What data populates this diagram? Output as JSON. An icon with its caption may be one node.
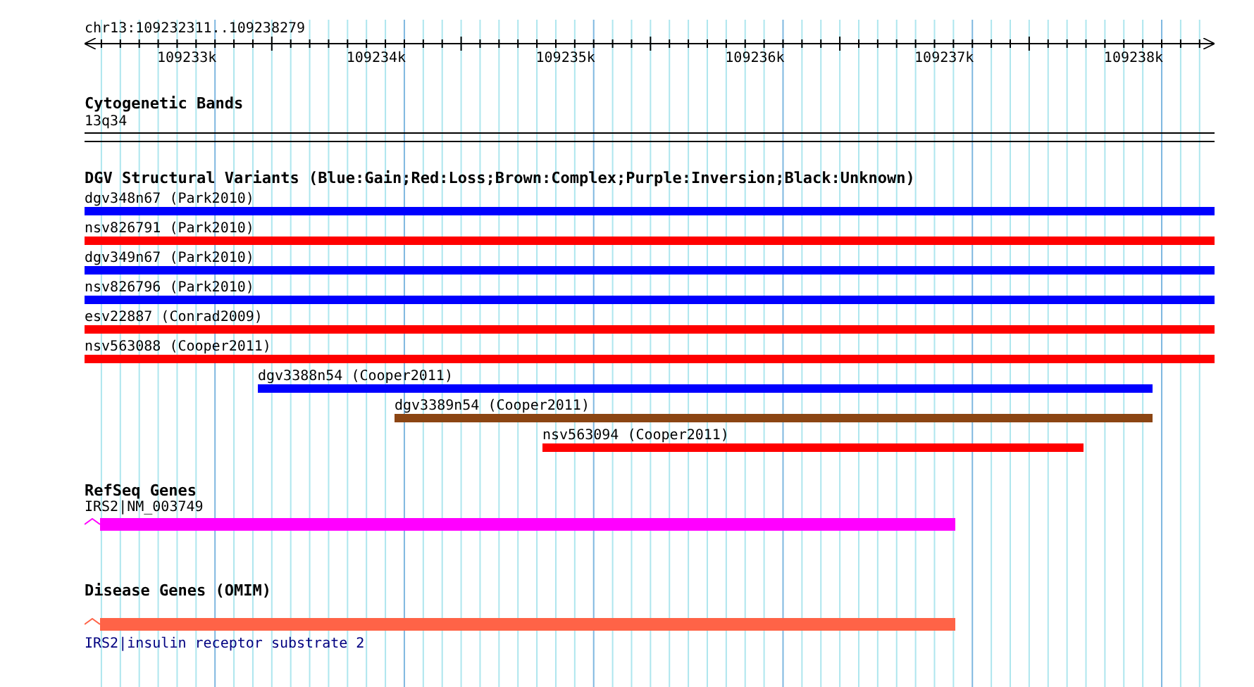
{
  "diagram": {
    "title": "chr13:109232311..109238279",
    "nodes": [
      {
        "text": [
          "dgv348n67 (Park2010)"
        ]
      },
      {
        "text": [
          "nsv826791 (Park2010)"
        ]
      },
      {
        "text": [
          "dgv349n67 (Park2010)"
        ]
      },
      {
        "text": [
          "nsv826796 (Park2010)"
        ]
      },
      {
        "text": [
          "esv22887 (Conrad2009)"
        ]
      },
      {
        "text": [
          "nsv563088 (Cooper2011)"
        ]
      },
      {
        "text": [
          "dgv3388n54 (Cooper2011)"
        ]
      },
      {
        "text": [
          "dgv3389n54 (Cooper2011)"
        ]
      },
      {
        "text": [
          "nsv563094 (Cooper2011)"
        ]
      },
      {
        "text": [
          "IRS2|NM_003749"
        ]
      },
      {
        "text": [
          "IRS2|insulin receptor substrate 2"
        ]
      }
    ],
    "edges": [],
    "labels": [
      "109233k",
      "109234k",
      "109235k",
      "109236k",
      "109237k",
      "109238k",
      "Cytogenetic Bands",
      "13q34",
      "DGV Structural Variants (Blue:Gain;Red:Loss;Brown:Complex;Purple:Inversion;Black:Unknown)",
      "RefSeq Genes",
      "Disease Genes (OMIM)"
    ]
  }
}
